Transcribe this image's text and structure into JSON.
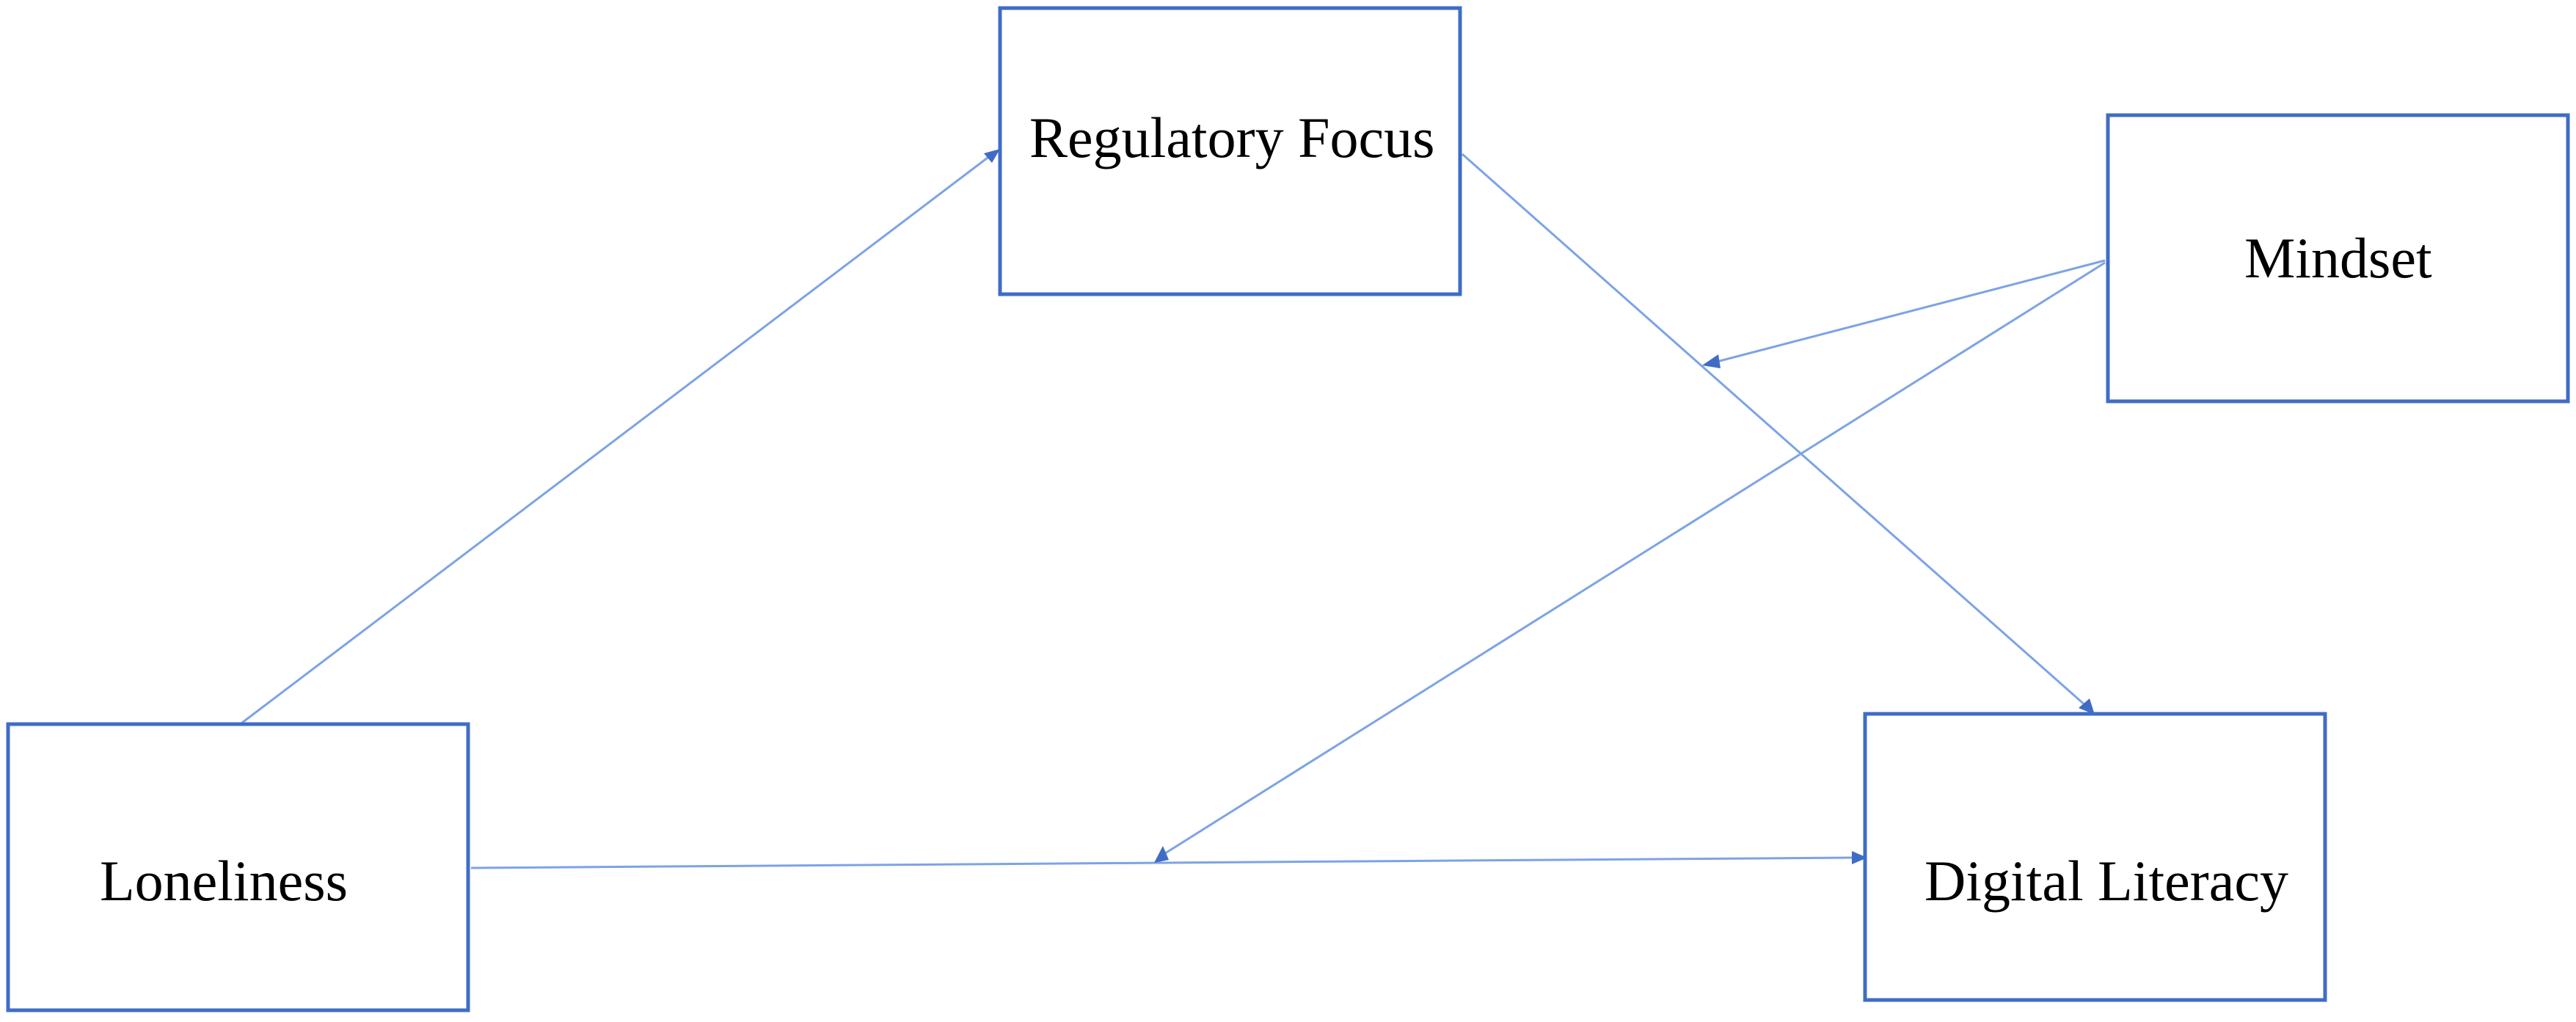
{
  "diagram": {
    "colors": {
      "box_border": "#3f6cc5",
      "line": "#7da3e6",
      "arrowhead": "#3f6cc5",
      "text": "#000000",
      "background": "#ffffff"
    },
    "nodes": {
      "regulatory_focus": "Regulatory Focus",
      "mindset": "Mindset",
      "loneliness": "Loneliness",
      "digital_literacy": "Digital Literacy"
    },
    "edges": [
      {
        "from": "Loneliness",
        "to": "Regulatory Focus"
      },
      {
        "from": "Regulatory Focus",
        "to": "Digital Literacy"
      },
      {
        "from": "Loneliness",
        "to": "Digital Literacy"
      },
      {
        "from": "Mindset",
        "to": "Regulatory Focus → Digital Literacy path"
      },
      {
        "from": "Mindset",
        "to": "Loneliness → Digital Literacy path"
      }
    ]
  }
}
